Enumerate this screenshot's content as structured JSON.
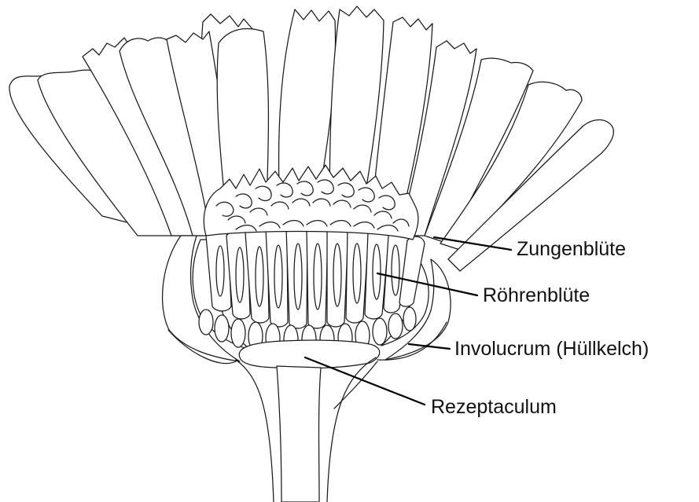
{
  "diagram": {
    "subject": "composite flower head cross-section",
    "labels": {
      "zungenbluete": "Zungenblüte",
      "roehrenbluete": "Röhrenblüte",
      "involucrum": "Involucrum (Hüllkelch)",
      "rezeptaculum": "Rezeptaculum"
    },
    "colors": {
      "line": "#1a1a1a",
      "background": "#ffffff",
      "text": "#111111"
    }
  }
}
